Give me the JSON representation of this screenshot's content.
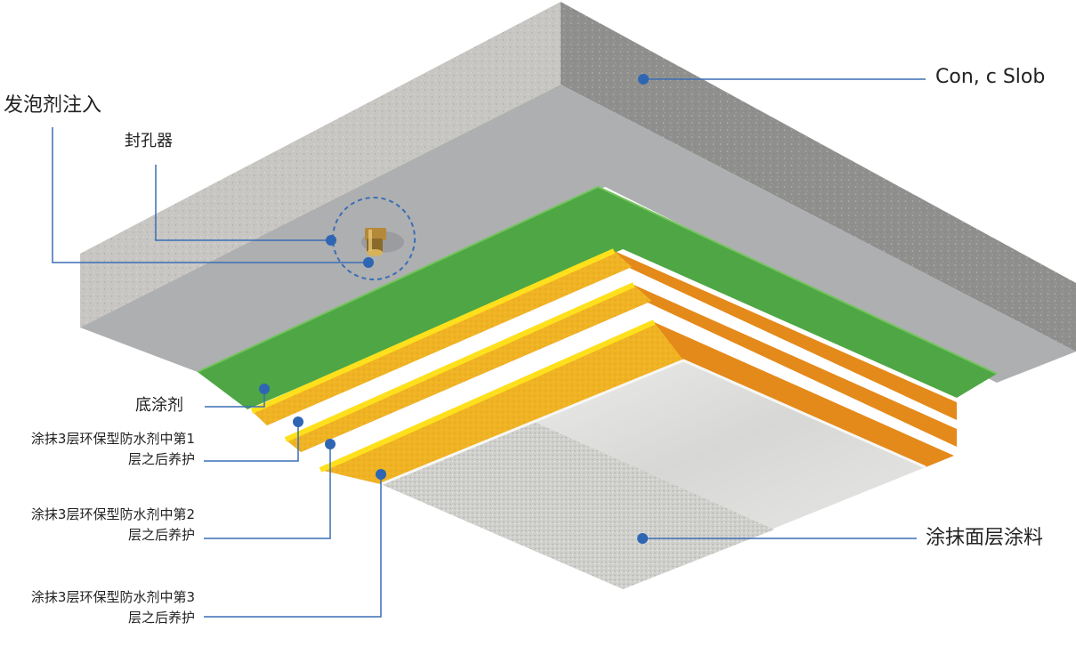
{
  "labels": {
    "foam_injection": "发泡剂注入",
    "sealer": "封孔器",
    "concrete_slab": "Con, c Slob",
    "primer": "底涂剂",
    "layer1_line1": "涂抹3层环保型防水剂中第1",
    "layer1_line2": "层之后养护",
    "layer2_line1": "涂抹3层环保型防水剂中第2",
    "layer2_line2": "层之后养护",
    "layer3_line1": "涂抹3层环保型防水剂中第3",
    "layer3_line2": "层之后养护",
    "topcoat": "涂抹面层涂料"
  },
  "colors": {
    "leader_line": "#3a6fb5",
    "marker": "#2f66b3",
    "concrete": "#b9b9b9",
    "slab_underside": "#aeafb1",
    "primer_green": "#4ea744",
    "waterproof_yellow": "#f0b324",
    "waterproof_edge": "#ffe01c",
    "waterproof_orange": "#e48a1a",
    "topcoat": "#d9d9d6"
  }
}
